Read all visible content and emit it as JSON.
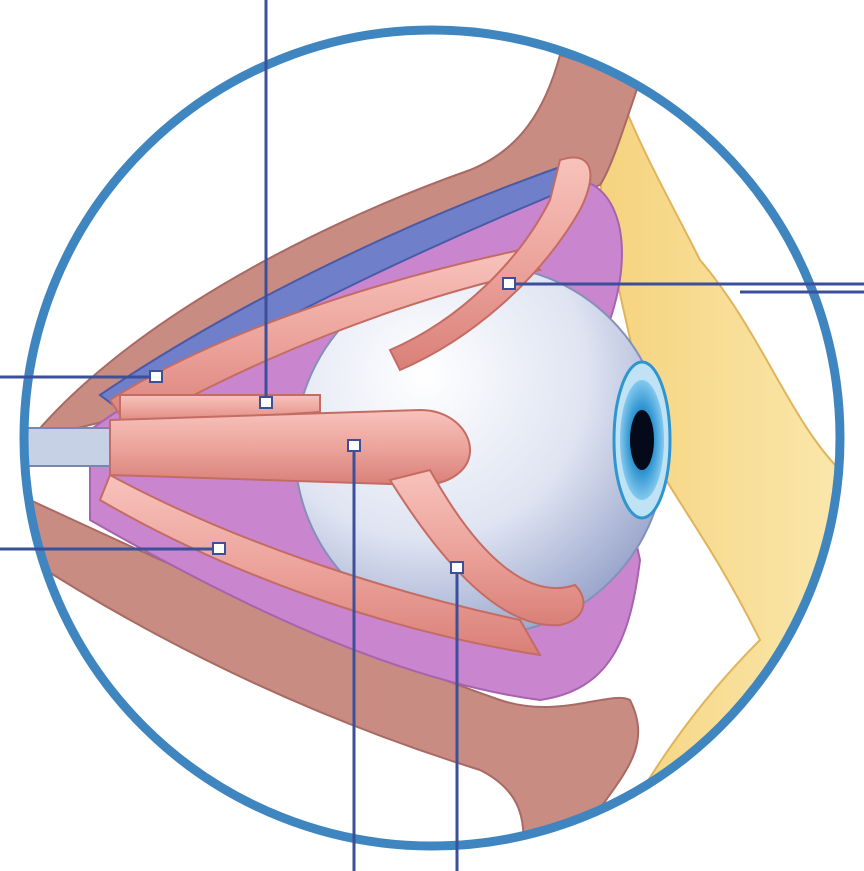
{
  "diagram": {
    "subject": "eye-and-extraocular-muscles-sagittal-view",
    "label_lines": [
      {
        "id": "leader-top",
        "target": "superior-rectus"
      },
      {
        "id": "leader-upper-right",
        "target": "superior-oblique"
      },
      {
        "id": "leader-left-upper",
        "target": "levator-palpebrae"
      },
      {
        "id": "leader-left-lower",
        "target": "inferior-rectus"
      },
      {
        "id": "leader-bottom-center",
        "target": "lateral-rectus"
      },
      {
        "id": "leader-bottom-right",
        "target": "inferior-oblique"
      }
    ],
    "labels_text": [],
    "colors": {
      "ring": "#3f86c0",
      "leader": "#3b4f9a",
      "muscle": "#eca49c",
      "fat": "#c986cf",
      "skin": "#f5d37e",
      "bone": "#c98c83",
      "iris": "#2f95d1",
      "sclera": "#dfe4f2"
    }
  }
}
